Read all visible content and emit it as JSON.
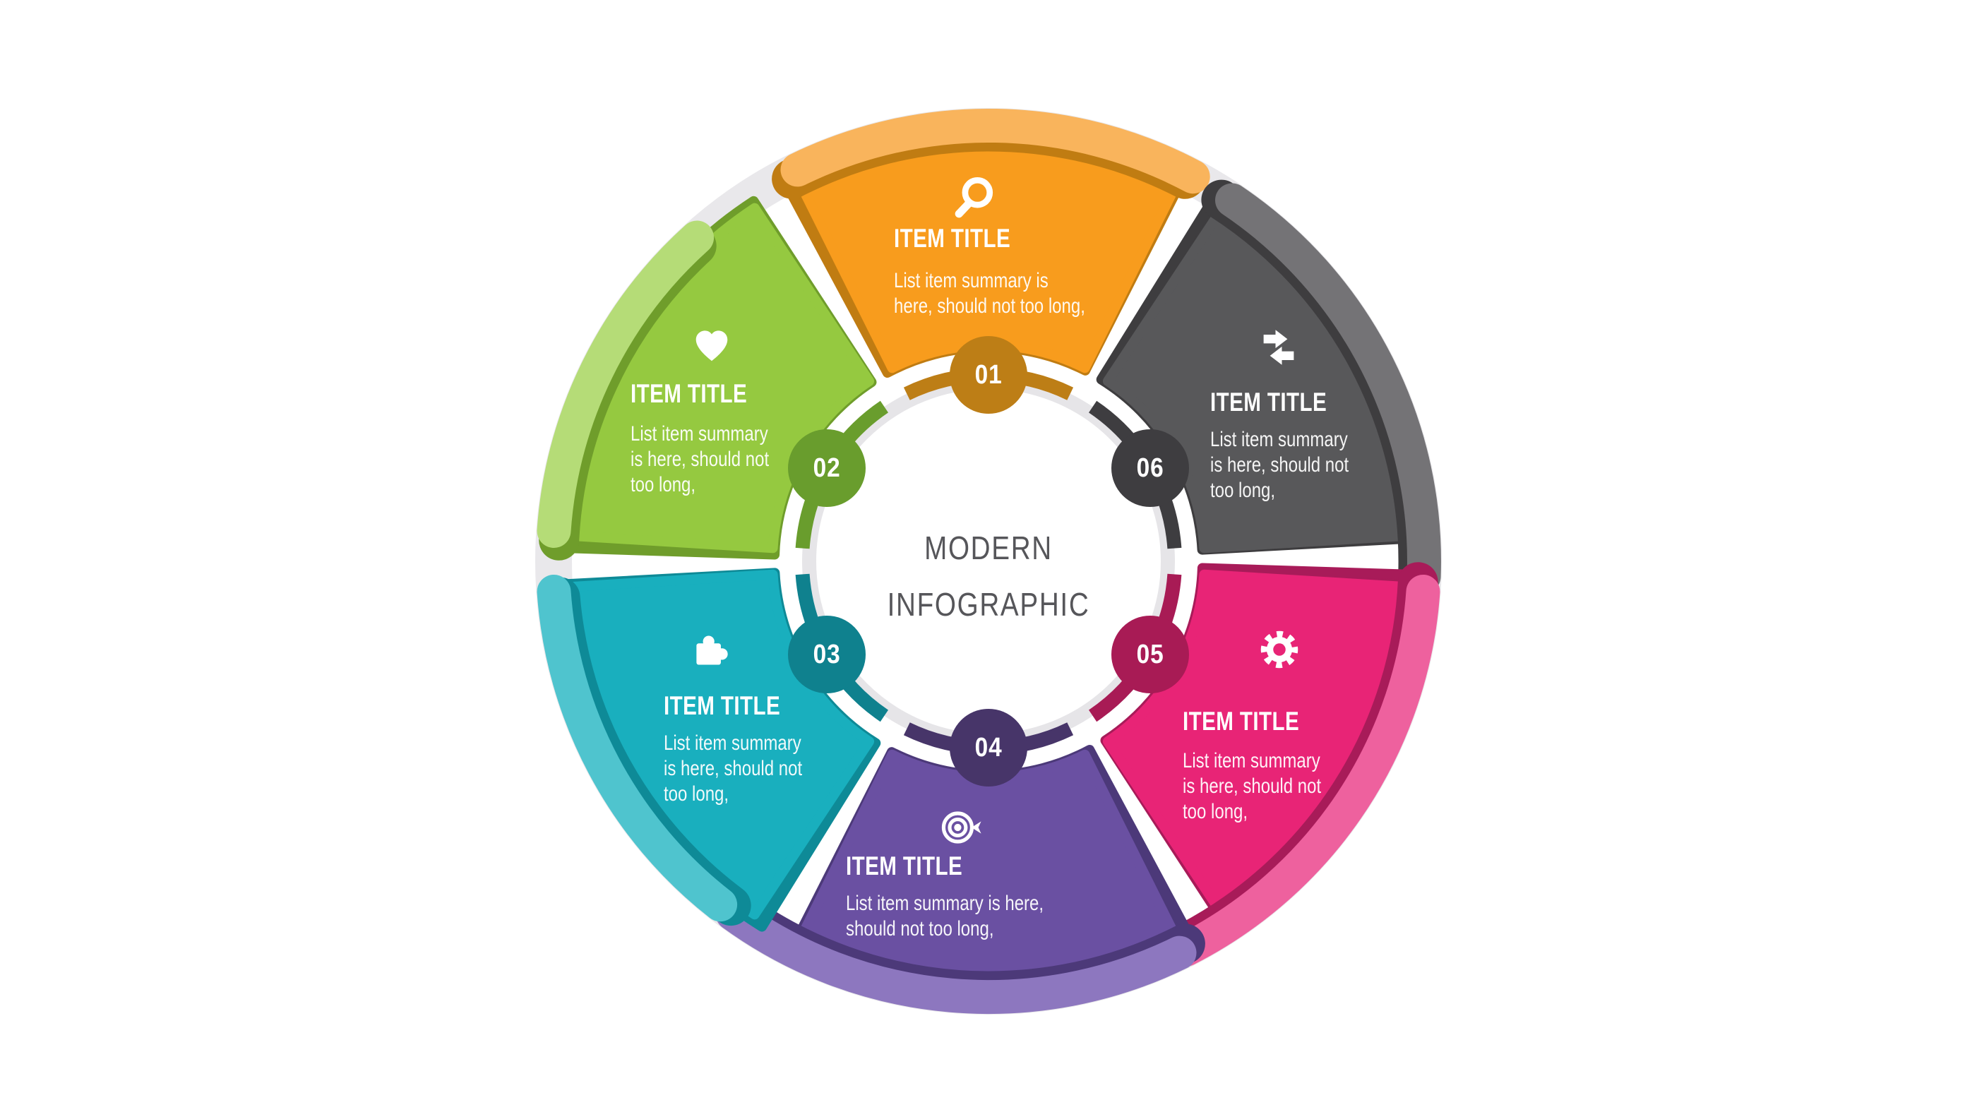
{
  "center": {
    "title_line1": "MODERN",
    "title_line2": "INFOGRAPHIC",
    "text_color": "#56565A"
  },
  "ring": {
    "outer_ring_color": "#E9E8EB",
    "inner_ring_color": "#E6E5E8"
  },
  "items": [
    {
      "number": "01",
      "title": "ITEM TITLE",
      "summary_lines": [
        "List item summary is",
        "here, should not too long,"
      ],
      "icon": "search-icon",
      "colors": {
        "main": "#F89C1D",
        "light": "#F9B45C",
        "dark": "#C07C12",
        "badge": "#BD7E16"
      }
    },
    {
      "number": "02",
      "title": "ITEM TITLE",
      "summary_lines": [
        "List item summary",
        "is here, should not",
        "too long,"
      ],
      "icon": "heart-icon",
      "colors": {
        "main": "#95C940",
        "light": "#B5DC77",
        "dark": "#6F9D2B",
        "badge": "#699D2D"
      }
    },
    {
      "number": "03",
      "title": "ITEM TITLE",
      "summary_lines": [
        "List item summary",
        "is here, should not",
        "too long,"
      ],
      "icon": "puzzle-icon",
      "colors": {
        "main": "#19AFBE",
        "light": "#4FC4CE",
        "dark": "#0E8A97",
        "badge": "#0F818E"
      }
    },
    {
      "number": "04",
      "title": "ITEM TITLE",
      "summary_lines": [
        "List item summary is here,",
        "should not too long,"
      ],
      "icon": "target-icon",
      "colors": {
        "main": "#6A50A2",
        "light": "#8D77BF",
        "dark": "#4C3979",
        "badge": "#473569"
      }
    },
    {
      "number": "05",
      "title": "ITEM TITLE",
      "summary_lines": [
        "List item summary",
        "is here, should not",
        "too long,"
      ],
      "icon": "gear-icon",
      "colors": {
        "main": "#E82476",
        "light": "#EE619E",
        "dark": "#A81B59",
        "badge": "#A81B55"
      }
    },
    {
      "number": "06",
      "title": "ITEM TITLE",
      "summary_lines": [
        "List item summary",
        "is here, should not",
        "too long,"
      ],
      "icon": "swap-arrows-icon",
      "colors": {
        "main": "#58585A",
        "light": "#747376",
        "dark": "#3E3D3F",
        "badge": "#3E3D40"
      }
    }
  ]
}
